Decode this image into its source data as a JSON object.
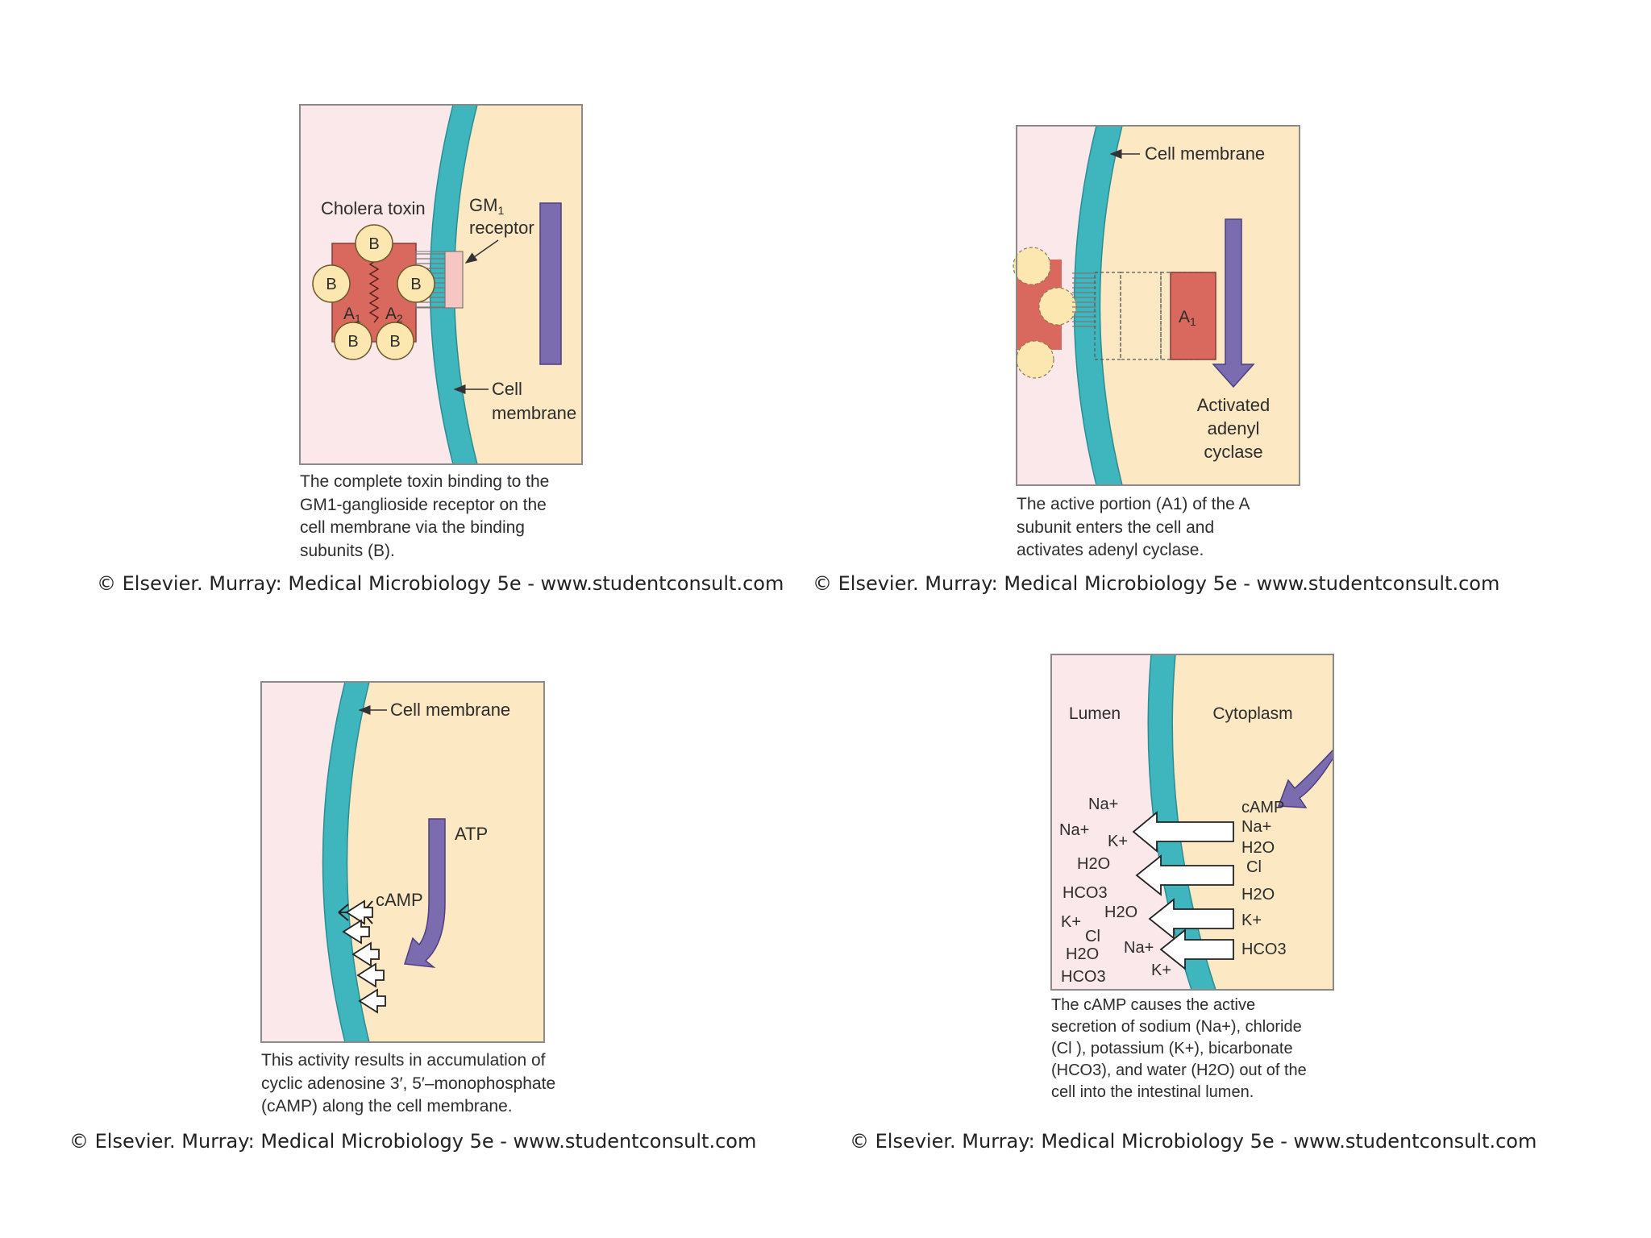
{
  "colors": {
    "lumen": "#fbe8ea",
    "cytoplasm": "#fce9c4",
    "membrane": "#3fb5bd",
    "membrane_edge": "#2b8d93",
    "toxin_a": "#d9685e",
    "toxin_b": "#fde7b0",
    "arrow": "#7b6cb0",
    "border": "#8a8a8a"
  },
  "panel1": {
    "label_toxin": "Cholera toxin",
    "label_gm1": "GM",
    "label_gm1_sub": "1",
    "label_receptor": "receptor",
    "label_cell": "Cell",
    "label_membrane": "membrane",
    "subunit_b": "B",
    "subunit_a1": "A",
    "subunit_a1_sub": "1",
    "subunit_a2": "A",
    "subunit_a2_sub": "2",
    "caption": "The complete toxin binding to the GM1-ganglioside receptor on the cell membrane via the binding subunits (B).",
    "credit": "© Elsevier. Murray: Medical Microbiology 5e - www.studentconsult.com"
  },
  "panel2": {
    "label_membrane": "Cell membrane",
    "label_a1": "A",
    "label_a1_sub": "1",
    "label_activated": "Activated",
    "label_adenyl": "adenyl",
    "label_cyclase": "cyclase",
    "caption": "The active portion (A1) of the A subunit enters the cell and activates adenyl cyclase.",
    "credit": "© Elsevier. Murray: Medical Microbiology 5e - www.studentconsult.com"
  },
  "panel3": {
    "label_membrane": "Cell membrane",
    "label_atp": "ATP",
    "label_camp": "cAMP",
    "caption": "This activity results in accumulation of cyclic adenosine 3′, 5′–monophosphate (cAMP) along the cell membrane.",
    "credit": "© Elsevier. Murray: Medical Microbiology 5e - www.studentconsult.com"
  },
  "panel4": {
    "label_lumen": "Lumen",
    "label_cytoplasm": "Cytoplasm",
    "label_camp": "cAMP",
    "lumen_ions": [
      "Na+",
      "Na+",
      "K+",
      "H2O",
      "HCO3",
      "K+",
      "H2O",
      "Cl",
      "Na+",
      "H2O",
      "HCO3",
      "K+"
    ],
    "cyto_ions": [
      "Na+",
      "H2O",
      "Cl",
      "H2O",
      "K+",
      "HCO3"
    ],
    "caption": "The cAMP causes the active secretion of sodium (Na+), chloride (Cl ), potassium (K+), bicarbonate (HCO3), and water (H2O) out of the cell into the intestinal lumen.",
    "credit": "© Elsevier. Murray: Medical Microbiology 5e - www.studentconsult.com"
  }
}
